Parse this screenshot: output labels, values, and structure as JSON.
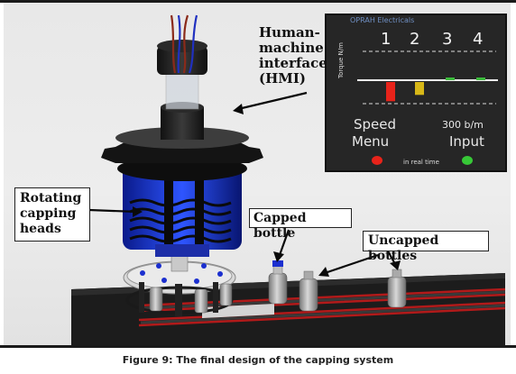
{
  "labels": {
    "hmi_lines": [
      "Human-",
      "machine",
      "interface",
      "(HMI)"
    ],
    "rotating_lines": [
      "Rotating",
      "capping",
      "heads"
    ],
    "capped": "Capped bottle",
    "uncapped": "Uncapped bottles"
  },
  "hmi": {
    "brand": "OPRAH Electricals",
    "channels": [
      "1",
      "2",
      "3",
      "4"
    ],
    "axis_label": "Torque N/m",
    "speed_label": "Speed",
    "speed_value": "300 b/m",
    "menu_label": "Menu",
    "input_label": "Input",
    "realtime_label": "in real time",
    "bar_levels": [
      0.82,
      0.55,
      0.08,
      0.08
    ],
    "bar_colors": [
      "#e8231a",
      "#d8b818",
      "#3dbb3d",
      "#3dbb3d"
    ],
    "left_lamp_color": "#e8231a",
    "right_lamp_color": "#37c837"
  },
  "caption": "Figure 9: The final design of the capping system"
}
